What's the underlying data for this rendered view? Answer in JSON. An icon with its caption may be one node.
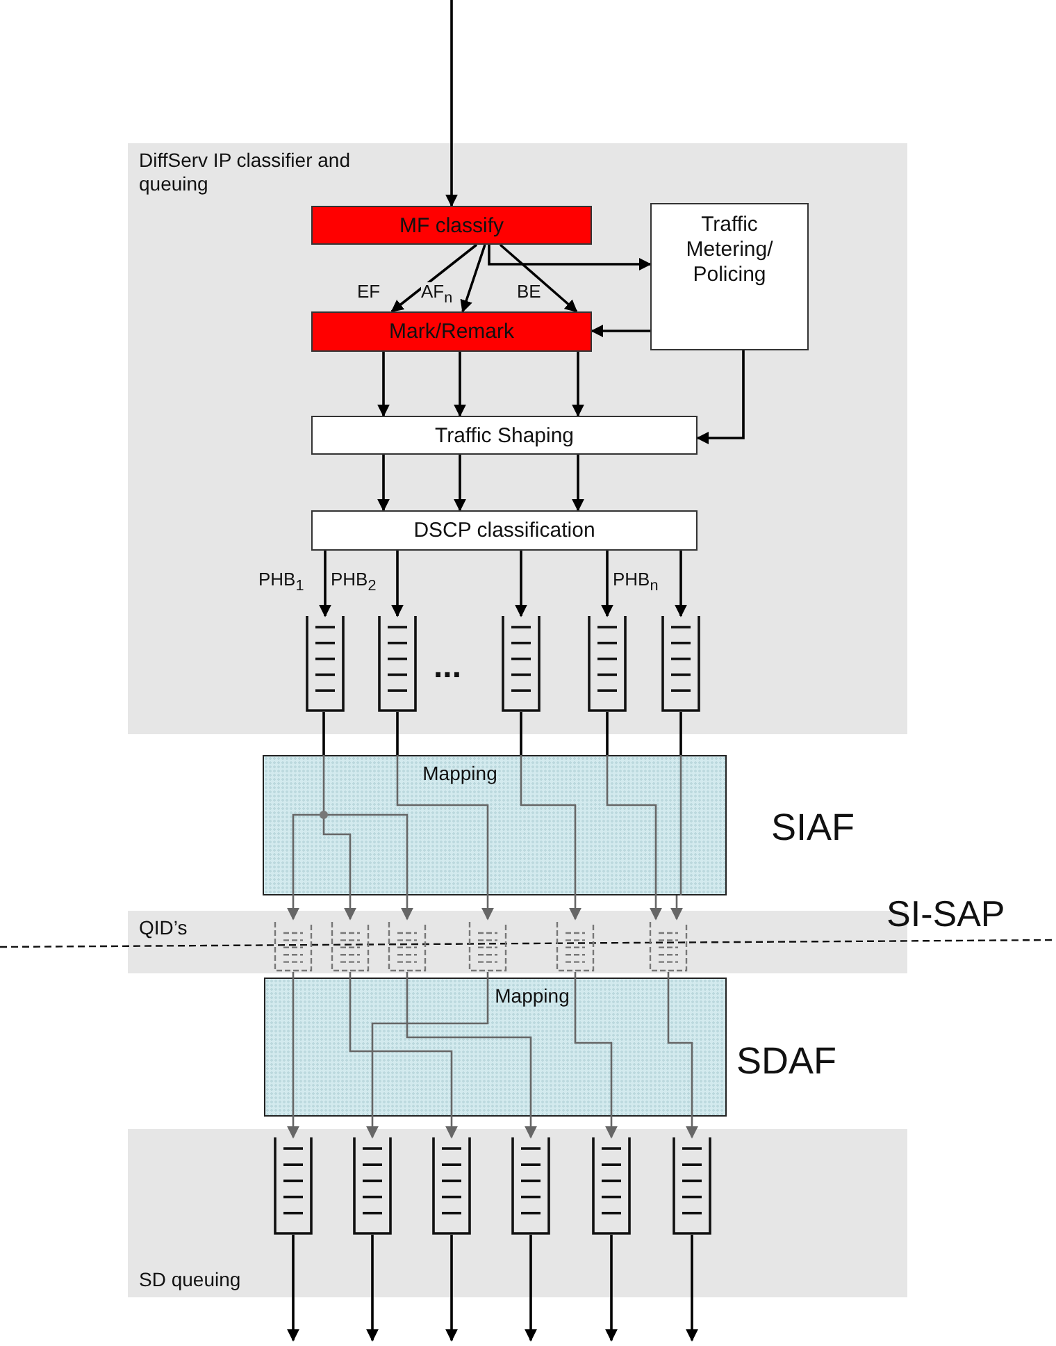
{
  "diagram": {
    "nodes": [
      {
        "text": [
          "DiffServ IP classifier and queuing"
        ]
      },
      {
        "text": [
          "MF classify"
        ],
        "in": 0
      },
      {
        "text": [
          "Traffic Metering/ Policing"
        ],
        "in": 0
      },
      {
        "text": [
          "Mark/Remark"
        ],
        "in": 0
      },
      {
        "text": [
          "Traffic Shaping"
        ],
        "in": 0
      },
      {
        "text": [
          "DSCP classification"
        ],
        "in": 0
      },
      {
        "text": [],
        "shape": "queue",
        "in": 0
      },
      {
        "text": [],
        "shape": "queue",
        "in": 0
      },
      {
        "text": [],
        "shape": "queue",
        "in": 0
      },
      {
        "text": [],
        "shape": "queue",
        "in": 0
      },
      {
        "text": [],
        "shape": "queue",
        "in": 0
      },
      {
        "text": [
          "Mapping"
        ],
        "beside": [
          "SIAF"
        ]
      },
      {
        "text": [
          "QID’s"
        ]
      },
      {
        "text": [],
        "shape": "queue",
        "in": 12
      },
      {
        "text": [],
        "shape": "queue",
        "in": 12
      },
      {
        "text": [],
        "shape": "queue",
        "in": 12
      },
      {
        "text": [],
        "shape": "queue",
        "in": 12
      },
      {
        "text": [],
        "shape": "queue",
        "in": 12
      },
      {
        "text": [],
        "shape": "queue",
        "in": 12
      },
      {
        "text": [
          "Mapping"
        ],
        "beside": [
          "SDAF"
        ]
      },
      {
        "text": [
          "SD queuing"
        ]
      },
      {
        "text": [],
        "shape": "queue",
        "in": 20
      },
      {
        "text": [],
        "shape": "queue",
        "in": 20
      },
      {
        "text": [],
        "shape": "queue",
        "in": 20
      },
      {
        "text": [],
        "shape": "queue",
        "in": 20
      },
      {
        "text": [],
        "shape": "queue",
        "in": 20
      },
      {
        "text": [],
        "shape": "queue",
        "in": 20
      }
    ],
    "edges": [
      {
        "from": null,
        "to": 1,
        "arrow": "to"
      },
      {
        "from": 1,
        "to": 3,
        "arrow": "to",
        "label": "EF"
      },
      {
        "from": 1,
        "to": 3,
        "arrow": "to",
        "label": "AF$_{n}$"
      },
      {
        "from": 1,
        "to": 3,
        "arrow": "to",
        "label": "BE"
      },
      {
        "from": 1,
        "to": 2,
        "arrow": "to"
      },
      {
        "from": 2,
        "to": 3,
        "arrow": "to"
      },
      {
        "from": 2,
        "to": 4,
        "arrow": "to"
      },
      {
        "from": 3,
        "to": 4,
        "arrow": "to"
      },
      {
        "from": 3,
        "to": 4,
        "arrow": "to"
      },
      {
        "from": 3,
        "to": 4,
        "arrow": "to"
      },
      {
        "from": 4,
        "to": 5,
        "arrow": "to"
      },
      {
        "from": 4,
        "to": 5,
        "arrow": "to"
      },
      {
        "from": 4,
        "to": 5,
        "arrow": "to"
      },
      {
        "from": 5,
        "to": 6,
        "arrow": "to",
        "label": "PHB$_{1}$"
      },
      {
        "from": 5,
        "to": 7,
        "arrow": "to",
        "label": "PHB$_{2}$"
      },
      {
        "from": 5,
        "to": 8,
        "arrow": "to"
      },
      {
        "from": 5,
        "to": 9,
        "arrow": "to"
      },
      {
        "from": 5,
        "to": 10,
        "arrow": "to",
        "label": "PHB$_{n}$"
      },
      {
        "from": 6,
        "to": 11,
        "arrow": "none"
      },
      {
        "from": 7,
        "to": 11,
        "arrow": "none"
      },
      {
        "from": 8,
        "to": 11,
        "arrow": "none"
      },
      {
        "from": 9,
        "to": 11,
        "arrow": "none"
      },
      {
        "from": 10,
        "to": 11,
        "arrow": "none"
      },
      {
        "from": 11,
        "to": 13,
        "arrow": "to",
        "color": "#666666"
      },
      {
        "from": 11,
        "to": 14,
        "arrow": "to",
        "color": "#666666"
      },
      {
        "from": 11,
        "to": 15,
        "arrow": "to",
        "color": "#666666"
      },
      {
        "from": 11,
        "to": 16,
        "arrow": "to",
        "color": "#666666"
      },
      {
        "from": 11,
        "to": 17,
        "arrow": "to",
        "color": "#666666"
      },
      {
        "from": 11,
        "to": 18,
        "arrow": "to",
        "color": "#666666"
      },
      {
        "from": 11,
        "to": 18,
        "arrow": "to",
        "color": "#666666"
      },
      {
        "from": 13,
        "to": 19,
        "arrow": "none",
        "color": "#666666"
      },
      {
        "from": 14,
        "to": 19,
        "arrow": "none",
        "color": "#666666"
      },
      {
        "from": 15,
        "to": 19,
        "arrow": "none",
        "color": "#666666"
      },
      {
        "from": 16,
        "to": 19,
        "arrow": "none",
        "color": "#666666"
      },
      {
        "from": 17,
        "to": 19,
        "arrow": "none",
        "color": "#666666"
      },
      {
        "from": 18,
        "to": 19,
        "arrow": "none",
        "color": "#666666"
      },
      {
        "from": 19,
        "to": 21,
        "arrow": "to",
        "color": "#666666"
      },
      {
        "from": 19,
        "to": 22,
        "arrow": "to",
        "color": "#666666"
      },
      {
        "from": 19,
        "to": 23,
        "arrow": "to",
        "color": "#666666"
      },
      {
        "from": 19,
        "to": 24,
        "arrow": "to",
        "color": "#666666"
      },
      {
        "from": 19,
        "to": 25,
        "arrow": "to",
        "color": "#666666"
      },
      {
        "from": 19,
        "to": 26,
        "arrow": "to",
        "color": "#666666"
      },
      {
        "from": 21,
        "to": null,
        "arrow": "to"
      },
      {
        "from": 22,
        "to": null,
        "arrow": "to"
      },
      {
        "from": 23,
        "to": null,
        "arrow": "to"
      },
      {
        "from": 24,
        "to": null,
        "arrow": "to"
      },
      {
        "from": 25,
        "to": null,
        "arrow": "to"
      },
      {
        "from": 26,
        "to": null,
        "arrow": "to"
      }
    ],
    "labels": [
      "...",
      "SI-SAP"
    ]
  }
}
